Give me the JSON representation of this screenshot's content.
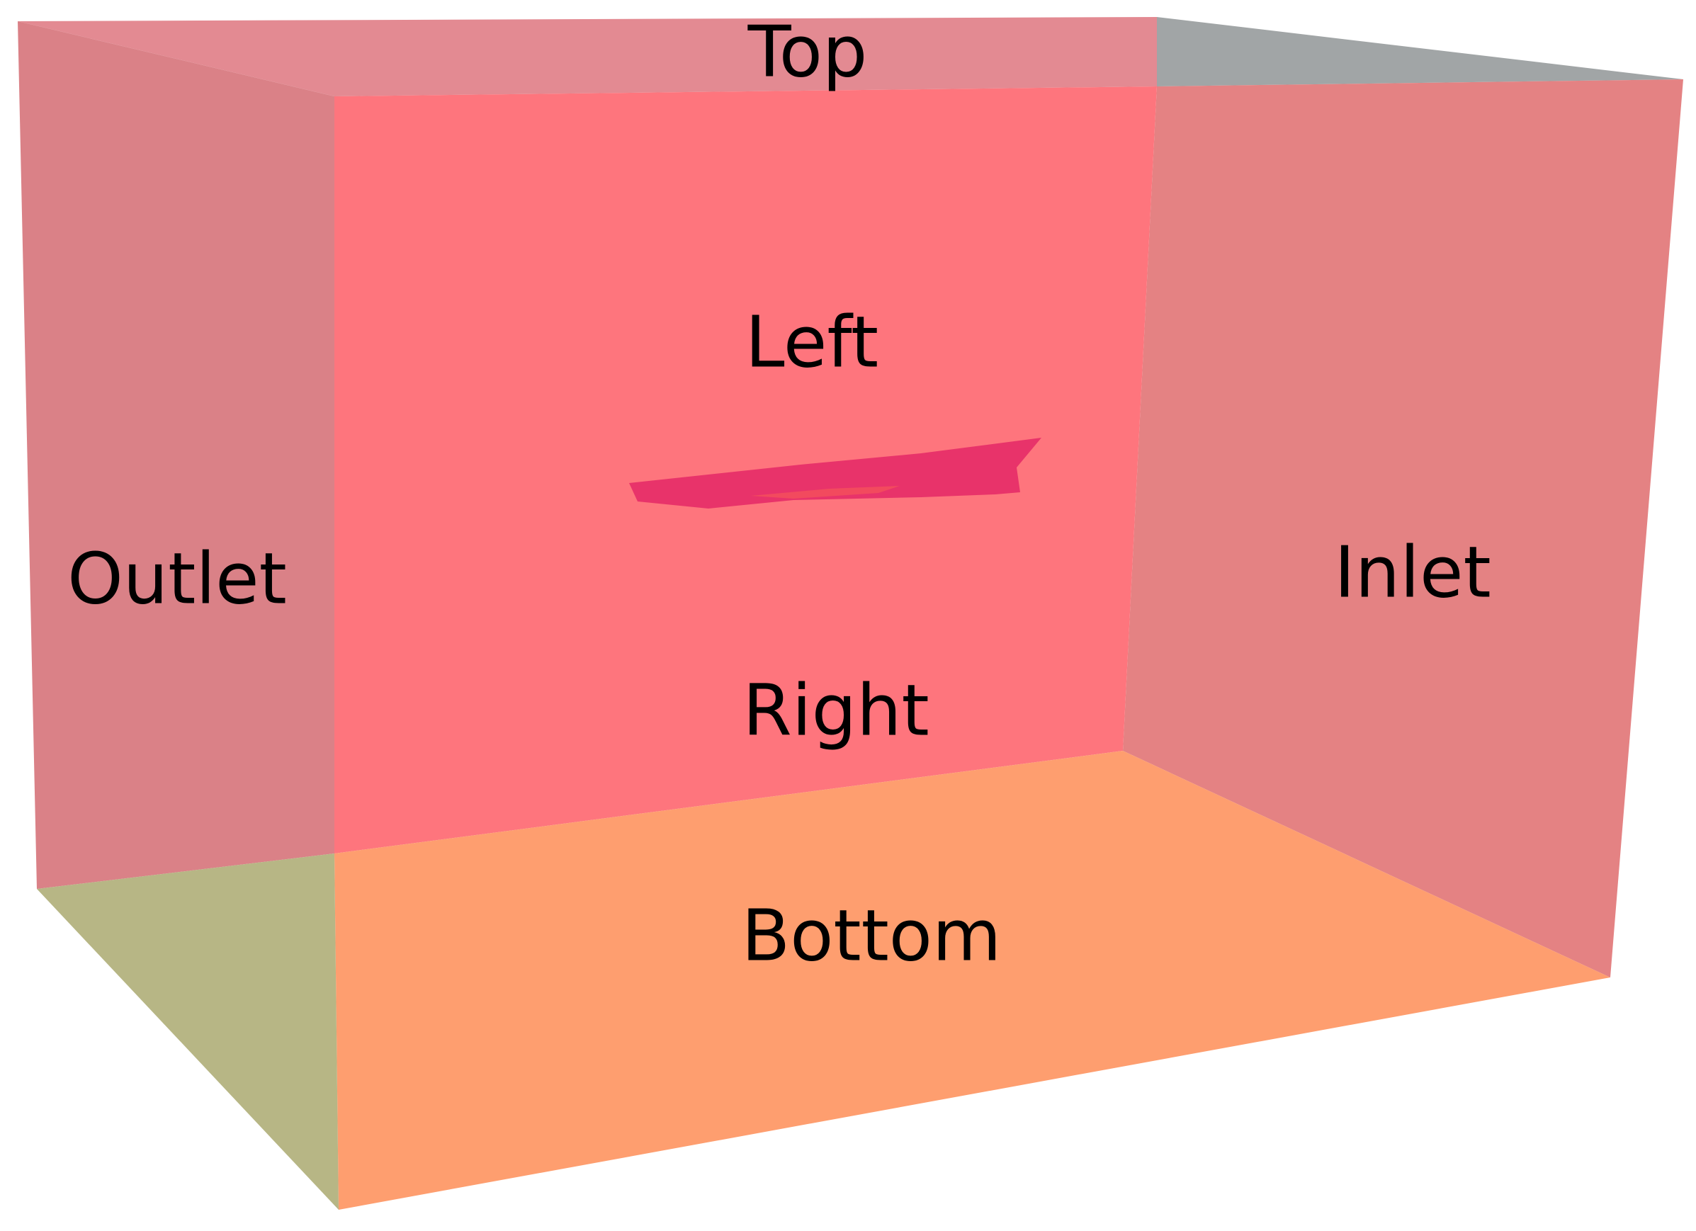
{
  "diagram": {
    "labels": {
      "top": "Top",
      "left": "Left",
      "outlet": "Outlet",
      "inlet": "Inlet",
      "right": "Right",
      "bottom": "Bottom"
    },
    "colors": {
      "top_face": "#e38a92",
      "top_corner": "#a1a5a6",
      "outlet_face": "#da8187",
      "left_face": "#fe757d",
      "inlet_face": "#e48283",
      "bottom_face": "#fe9e6f",
      "bottom_corner": "#b7b685",
      "ship_hull": "#e8336a",
      "ship_deck": "#f24a5e",
      "label_text": "#000000"
    }
  }
}
